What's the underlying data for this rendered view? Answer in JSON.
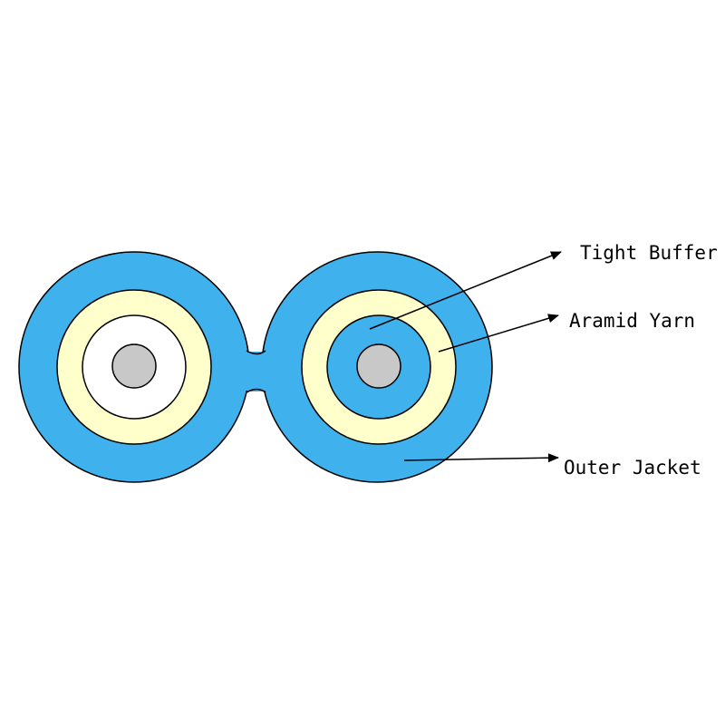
{
  "labels": {
    "tight_buffer": "Tight Buffer",
    "aramid_yarn": "Aramid Yarn",
    "outer_jacket": "Outer Jacket"
  },
  "colors": {
    "outer_jacket": "#3FB2EE",
    "aramid_yarn": "#FFFFCC",
    "tight_buffer_left": "#FFFFFF",
    "tight_buffer_right": "#3FB2EE",
    "fiber_core": "#C8C8C8",
    "outline": "#000000",
    "background": "#FFFFFF"
  }
}
